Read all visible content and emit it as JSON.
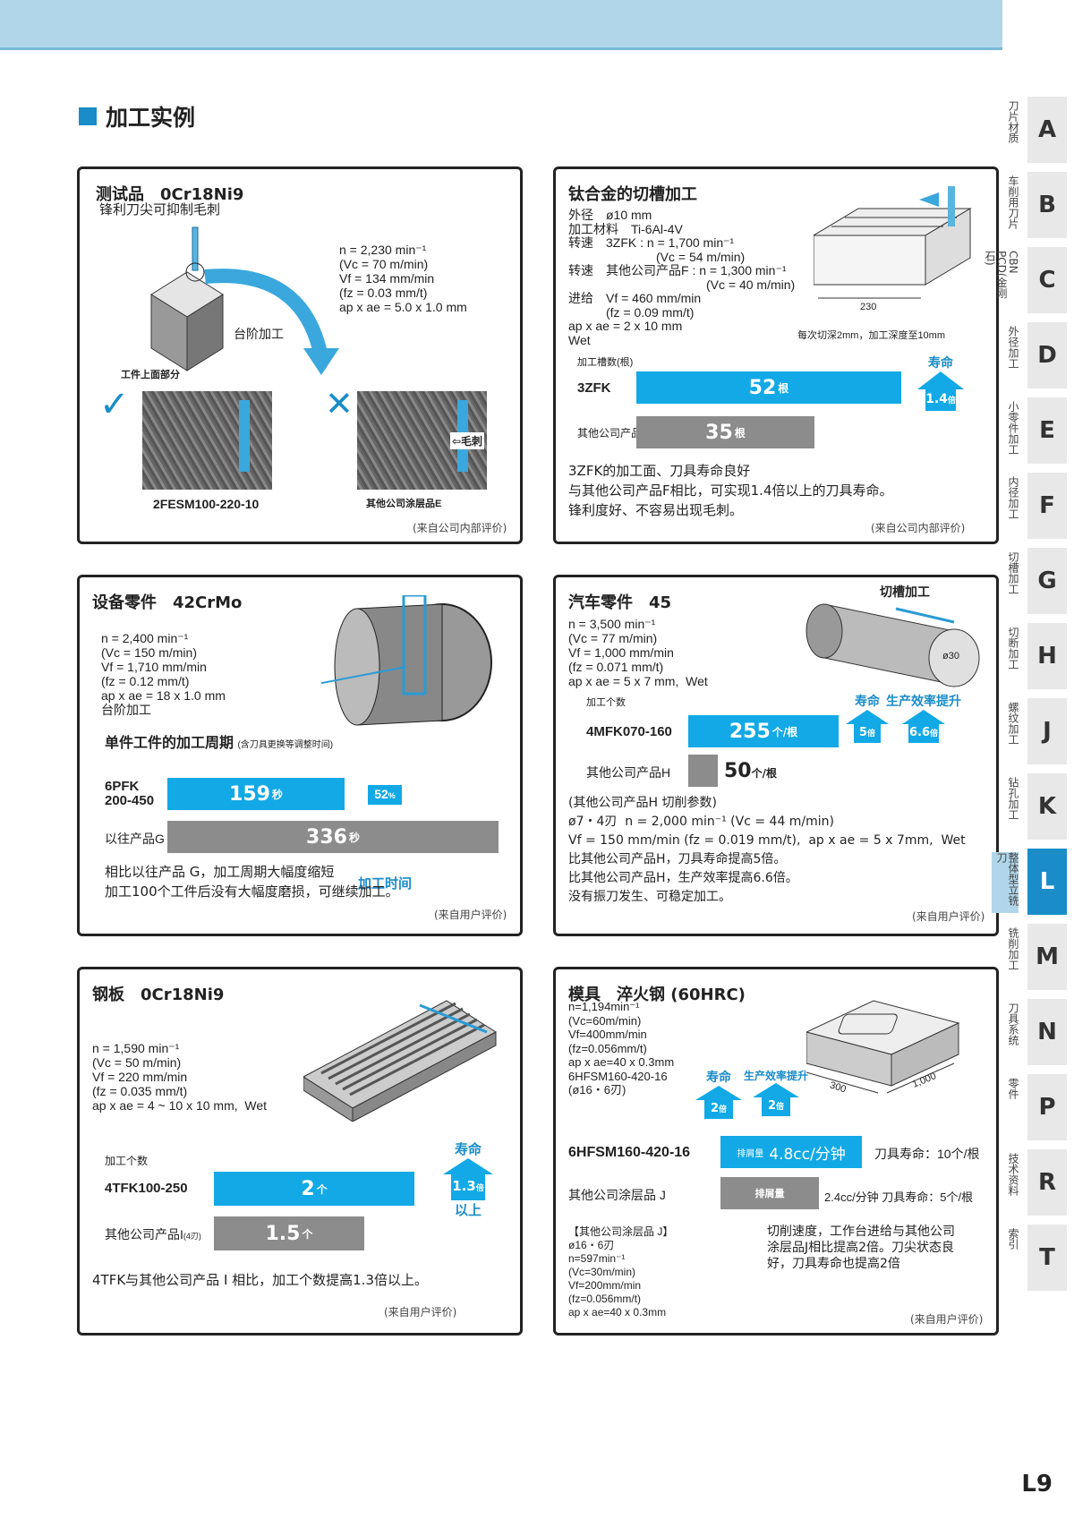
{
  "section_title": "加工实例",
  "page_number": "L9",
  "sidebar": [
    {
      "label": "刀片材质",
      "letter": "A"
    },
    {
      "label": "车削用刀片",
      "letter": "B"
    },
    {
      "label": "CBN PCD(金刚石)",
      "letter": "C"
    },
    {
      "label": "外径加工",
      "letter": "D"
    },
    {
      "label": "小零件加工",
      "letter": "E"
    },
    {
      "label": "内径加工",
      "letter": "F"
    },
    {
      "label": "切槽加工",
      "letter": "G"
    },
    {
      "label": "切断加工",
      "letter": "H"
    },
    {
      "label": "螺纹加工",
      "letter": "J"
    },
    {
      "label": "钻孔加工",
      "letter": "K"
    },
    {
      "label": "整体型立铣刀",
      "letter": "L",
      "active": true
    },
    {
      "label": "铣削加工",
      "letter": "M"
    },
    {
      "label": "刀具系统",
      "letter": "N"
    },
    {
      "label": "零件",
      "letter": "P"
    },
    {
      "label": "技术资料",
      "letter": "R"
    },
    {
      "label": "索引",
      "letter": "T"
    }
  ],
  "p1": {
    "title": "测试品　0Cr18Ni9",
    "subtitle": "锋利刀尖可抑制毛刺",
    "params": "n = 2,230 min⁻¹\n(Vc = 70 m/min)\nVf = 134 mm/min\n(fz = 0.03 mm/t)\nap x ae = 5.0 x 1.0 mm",
    "step_label": "台阶加工",
    "top_label": "工件上面部分",
    "good_mark": "✓",
    "bad_mark": "✕",
    "burr_label": "⇦毛刺",
    "good_product": "2FESM100-220-10",
    "bad_product": "其他公司涂层品E",
    "note": "(来自公司内部评价)"
  },
  "p2": {
    "title": "钛合金的切槽加工",
    "params": "外径　ø10 mm\n加工材料　Ti-6Al-4V\n转速　3ZFK : n = 1,700 min⁻¹\n　　　　　　　(Vc = 54 m/min)\n转速　其他公司产品F : n = 1,300 min⁻¹\n　　　　　　　　　　　(Vc = 40 m/min)\n进给　Vf = 460 mm/min\n　　　(fz = 0.09 mm/t)\nap x ae = 2 x 10 mm\nWet",
    "dim": "230",
    "dim_note": "每次切深2mm，加工深度至10mm",
    "chart_label": "加工槽数(根)",
    "life_label": "寿命",
    "life_ratio": "1.4",
    "life_unit": "倍",
    "bar1_name": "3ZFK",
    "bar1_value": "52",
    "bar1_unit": "根",
    "bar2_name": "其他公司产品F",
    "bar2_value": "35",
    "bar2_unit": "根",
    "body": "3ZFK的加工面、刀具寿命良好\n与其他公司产品F相比，可实现1.4倍以上的刀具寿命。\n锋利度好、不容易出现毛刺。",
    "note": "(来自公司内部评价)"
  },
  "p3": {
    "title": "设备零件　42CrMo",
    "params": "n = 2,400 min⁻¹\n(Vc = 150 m/min)\nVf = 1,710 mm/min\n(fz = 0.12 mm/t)\nap x ae = 18 x 1.0 mm\n台阶加工",
    "chart_title": "单件工件的加工周期",
    "chart_sub": "(含刀具更换等调整时间)",
    "bar1_name": "6PFK\n200-450",
    "bar1_value": "159",
    "bar1_unit": "秒",
    "bar2_name": "以往产品G",
    "bar2_value": "336",
    "bar2_unit": "秒",
    "reduce_value": "52",
    "reduce_unit": "%",
    "reduce_label": "加工时间",
    "body": "相比以往产品 G，加工周期大幅度缩短\n加工100个工件后没有大幅度磨损，可继续加工。",
    "note": "(来自用户评价)"
  },
  "p4": {
    "title": "汽车零件　45",
    "params": "n = 3,500 min⁻¹\n(Vc = 77 m/min)\nVf = 1,000 mm/min\n(fz = 0.071 mm/t)\nap x ae = 5 x 7 mm,  Wet",
    "groove_label": "切槽加工",
    "dia_label": "ø30",
    "chart_label": "加工个数",
    "life_label": "寿命",
    "life_ratio": "5",
    "eff_label": "生产效率提升",
    "eff_ratio": "6.6",
    "ratio_unit": "倍",
    "bar1_name": "4MFK070-160",
    "bar1_value": "255",
    "bar1_unit": "个/根",
    "bar2_name": "其他公司产品H",
    "bar2_value": "50",
    "bar2_unit": "个/根",
    "body": "(其他公司产品H 切削参数)\nø7・4刃  n = 2,000 min⁻¹ (Vc = 44 m/min)\nVf = 150 mm/min (fz = 0.019 mm/t),  ap x ae = 5 x 7mm,  Wet\n比其他公司产品H，刀具寿命提高5倍。\n比其他公司产品H，生产效率提高6.6倍。\n没有振刀发生、可稳定加工。",
    "note": "(来自用户评价)"
  },
  "p5": {
    "title": "钢板　0Cr18Ni9",
    "params": "n = 1,590 min⁻¹\n(Vc = 50 m/min)\nVf = 220 mm/min\n(fz = 0.035 mm/t)\nap x ae = 4 ~ 10 x 10 mm,  Wet",
    "chart_label": "加工个数",
    "life_label": "寿命",
    "life_ratio": "1.3",
    "life_unit": "倍",
    "life_more": "以上",
    "bar1_name": "4TFK100-250",
    "bar1_value": "2",
    "bar1_unit": "个",
    "bar2_name": "其他公司产品I",
    "bar2_sub": "(4刃)",
    "bar2_value": "1.5",
    "bar2_unit": "个",
    "body": "4TFK与其他公司产品 I 相比，加工个数提高1.3倍以上。",
    "note": "(来自用户评价)"
  },
  "p6": {
    "title": "模具　淬火钢 (60HRC)",
    "params": "n=1,194min⁻¹\n(Vc=60m/min)\nVf=400mm/min\n(fz=0.056mm/t)\nap x ae=40 x 0.3mm\n6HFSM160-420-16\n(ø16・6刃)",
    "dim1": "300",
    "dim2": "1,000",
    "life_label": "寿命",
    "eff_label": "生产效率提升",
    "life_ratio": "2",
    "eff_ratio": "2",
    "ratio_unit": "倍",
    "bar1_name": "6HFSM160-420-16",
    "bar1_tag": "排屑量",
    "bar1_value": "4.8cc/分钟",
    "bar1_life": "刀具寿命：10个/根",
    "bar2_name": "其他公司涂层品 J",
    "bar2_tag": "排屑量",
    "bar2_value": "2.4cc/分钟  刀具寿命：5个/根",
    "params2": "【其他公司涂层品 J】\nø16・6刃\nn=597min⁻¹\n(Vc=30m/min)\nVf=200mm/min\n(fz=0.056mm/t)\nap x ae=40 x 0.3mm",
    "body": "切削速度，工作台进给与其他公司\n涂层品J相比提高2倍。刀尖状态良\n好，刀具寿命也提高2倍",
    "note": "(来自用户评价)"
  }
}
